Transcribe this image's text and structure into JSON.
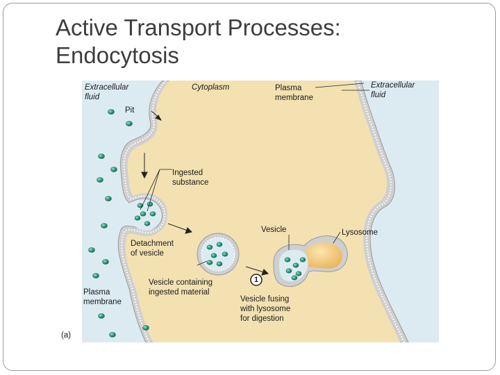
{
  "slide": {
    "title_line1": "Active Transport Processes:",
    "title_line2": "Endocytosis"
  },
  "diagram": {
    "labels": {
      "extracellular_fluid_left": "Extracellular\nfluid",
      "cytoplasm": "Cytoplasm",
      "plasma_membrane_top": "Plasma\nmembrane",
      "extracellular_fluid_right": "Extracellular\nfluid",
      "pit": "Pit",
      "ingested_substance": "Ingested\nsubstance",
      "vesicle": "Vesicle",
      "lysosome": "Lysosome",
      "detachment": "Detachment\nof vesicle",
      "vesicle_containing": "Vesicle containing\ningested material",
      "plasma_membrane_bottom": "Plasma\nmembrane",
      "step_number": "1",
      "vesicle_fusing": "Vesicle fusing\nwith lysosome\nfor digestion",
      "panel_letter": "(a)"
    },
    "colors": {
      "extracellular": "#dcebf2",
      "cytoplasm": "#f3e1b2",
      "membrane": "#c9c9c9",
      "molecule": "#2f9a7a",
      "lysosome_fill": "#f0c676"
    }
  }
}
